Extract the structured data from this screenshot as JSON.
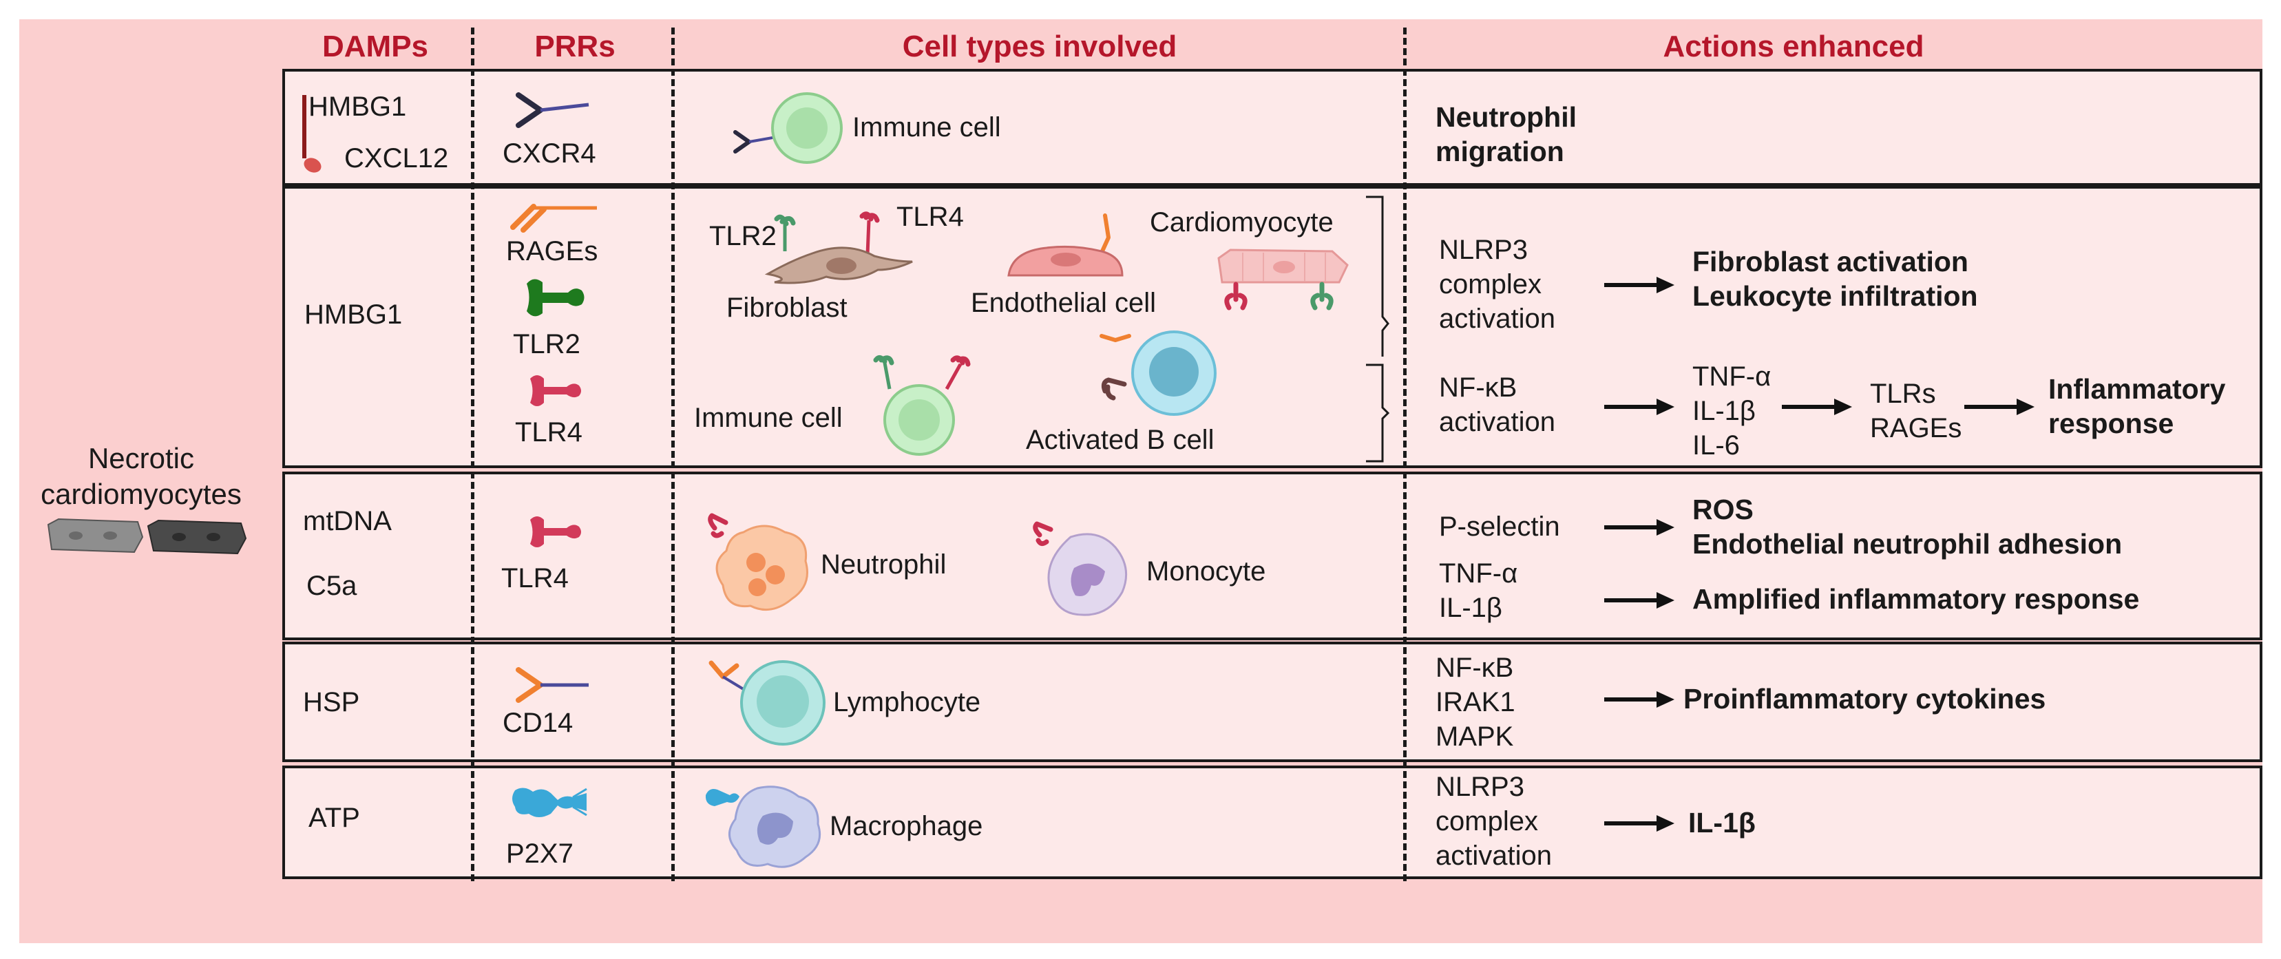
{
  "headers": {
    "damps": "DAMPs",
    "prrs": "PRRs",
    "cell_types": "Cell types involved",
    "actions": "Actions enhanced"
  },
  "source": {
    "label": "Necrotic\ncardiomyocytes"
  },
  "rows": [
    {
      "damps": [
        "HMBG1",
        "CXCL12"
      ],
      "prrs": [
        "CXCR4"
      ],
      "cells": [
        "Immune cell"
      ],
      "actions": {
        "result": "Neutrophil\nmigration"
      }
    },
    {
      "damps": [
        "HMBG1"
      ],
      "prrs": [
        "RAGEs",
        "TLR2",
        "TLR4"
      ],
      "cells": [
        "TLR2",
        "TLR4",
        "Fibroblast",
        "Endothelial cell",
        "Cardiomyocyte",
        "Immune cell",
        "Activated B cell"
      ],
      "actions": {
        "a1_step": "NLRP3\ncomplex\nactivation",
        "a1_result": "Fibroblast activation\nLeukocyte infiltration",
        "a2_step": "NF-κB\nactivation",
        "a2_mid": "TNF-α\nIL-1β\nIL-6",
        "a2_mid2": "TLRs\nRAGEs",
        "a2_result": "Inflammatory\nresponse"
      }
    },
    {
      "damps": [
        "mtDNA",
        "C5a"
      ],
      "prrs": [
        "TLR4"
      ],
      "cells": [
        "Neutrophil",
        "Monocyte"
      ],
      "actions": {
        "a1_step": "P-selectin",
        "a1_result": "ROS\nEndothelial neutrophil adhesion",
        "a2_step": "TNF-α\nIL-1β",
        "a2_result": "Amplified inflammatory response"
      }
    },
    {
      "damps": [
        "HSP"
      ],
      "prrs": [
        "CD14"
      ],
      "cells": [
        "Lymphocyte"
      ],
      "actions": {
        "step": "NF-κB\nIRAK1\nMAPK",
        "result": "Proinflammatory cytokines"
      }
    },
    {
      "damps": [
        "ATP"
      ],
      "prrs": [
        "P2X7"
      ],
      "cells": [
        "Macrophage"
      ],
      "actions": {
        "step": "NLRP3\ncomplex\nactivation",
        "result": "IL-1β"
      }
    }
  ],
  "colors": {
    "background": "#fbcfcf",
    "row_fill": "#fde9e9",
    "header_text": "#b5162a"
  }
}
